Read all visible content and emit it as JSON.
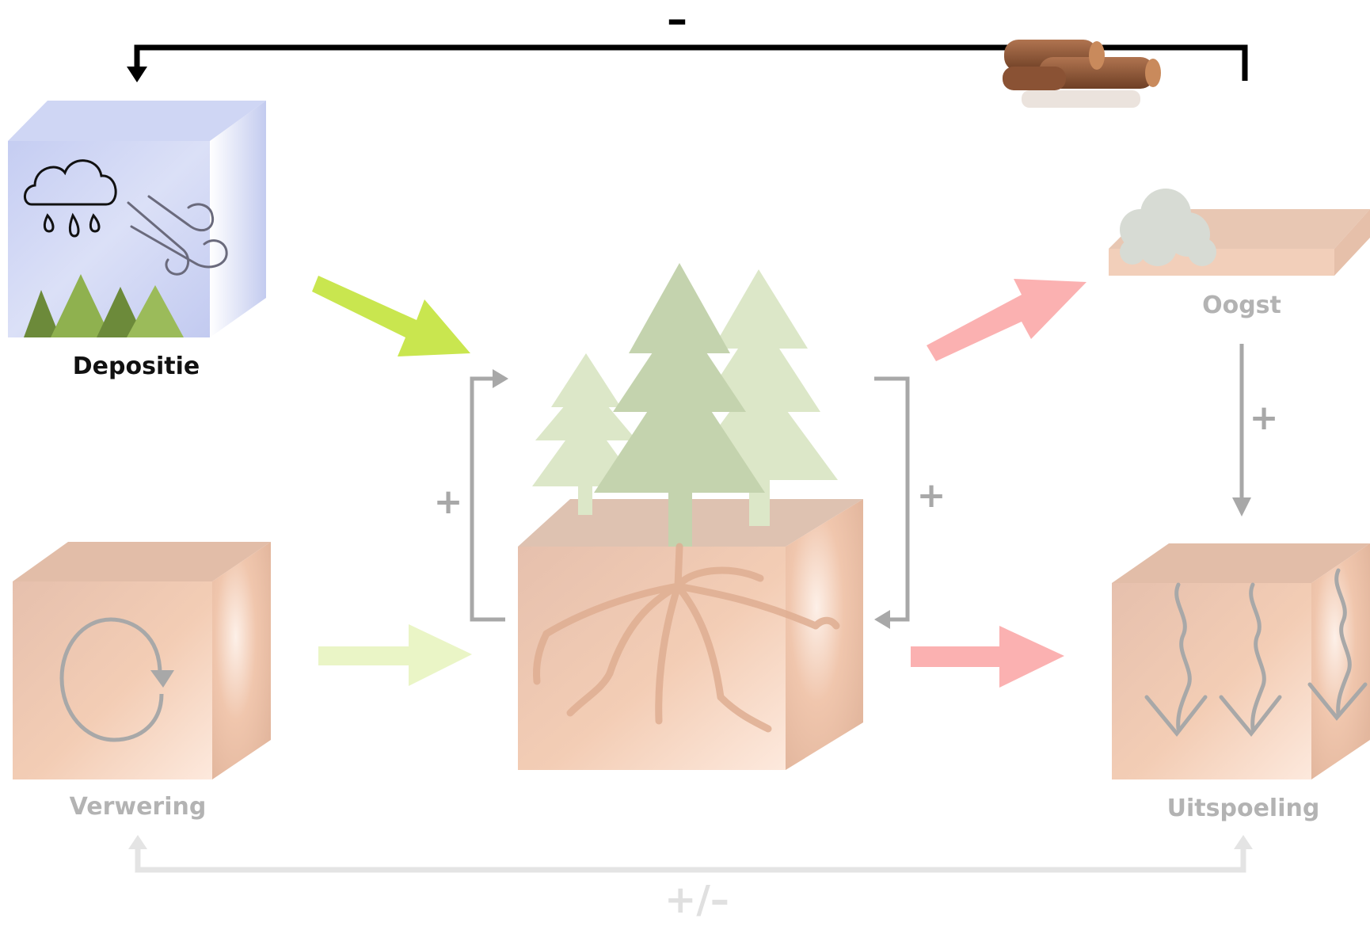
{
  "labels": {
    "deposition": "Depositie",
    "weathering": "Verwering",
    "harvest": "Oogst",
    "leaching": "Uitspoeling"
  },
  "signs": {
    "top_feedback": "–",
    "left_feedback": "+",
    "right_feedback": "+",
    "harvest_to_leaching": "+",
    "bottom_feedback": "+/–"
  },
  "colors": {
    "input_arrow_strong": "#c9e64f",
    "input_arrow_faded": "#eaf5c6",
    "output_arrow": "#fbb1b1",
    "soil": "#f2c9b0",
    "deposition_cube": "#c5cdf0",
    "tree_dark": "#bfcfa8",
    "tree_light": "#dce7c8",
    "forest_green": "#7a9a45",
    "feedback_gray": "#a8a8a8",
    "feedback_light": "#e4e4e4"
  },
  "icons": [
    "cloud-rain-icon",
    "wind-icon",
    "forest-icon",
    "cycle-icon",
    "leaching-arrows-icon",
    "logs-icon",
    "tree-icon",
    "roots-icon",
    "shrub-icon"
  ]
}
